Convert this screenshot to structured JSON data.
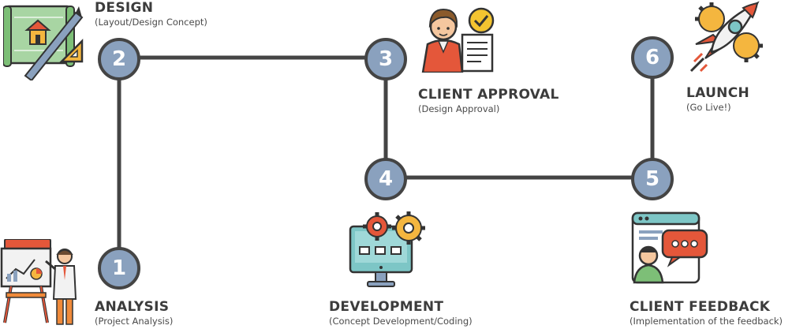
{
  "steps": [
    {
      "number": "1",
      "title": "ANALYSIS",
      "subtitle": "(Project Analysis)",
      "icon": "presentation-board-icon"
    },
    {
      "number": "2",
      "title": "DESIGN",
      "subtitle": "(Layout/Design Concept)",
      "icon": "blueprint-icon"
    },
    {
      "number": "3",
      "title": "CLIENT APPROVAL",
      "subtitle": "(Design Approval)",
      "icon": "approval-person-icon"
    },
    {
      "number": "4",
      "title": "DEVELOPMENT",
      "subtitle": "(Concept Development/Coding)",
      "icon": "computer-gears-icon"
    },
    {
      "number": "5",
      "title": "CLIENT FEEDBACK",
      "subtitle": "(Implementation of the feedback)",
      "icon": "feedback-chat-icon"
    },
    {
      "number": "6",
      "title": "LAUNCH",
      "subtitle": "(Go Live!)",
      "icon": "rocket-icon"
    }
  ],
  "colors": {
    "node_fill": "#8aa1be",
    "node_border": "#444444",
    "connector": "#444444",
    "title_text": "#3c3c3c"
  }
}
